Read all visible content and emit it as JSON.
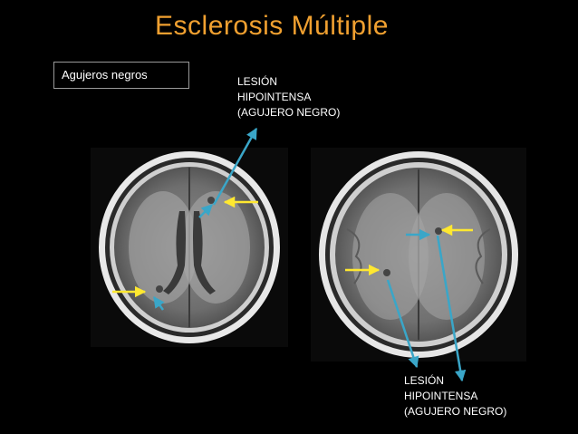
{
  "slide": {
    "title": "Esclerosis Múltiple",
    "section_tag": "Agujeros negros",
    "colors": {
      "title": "#f0a030",
      "yellow_arrow": "#ffe830",
      "cyan_arrow": "#3aa6c8",
      "background": "#000000"
    }
  },
  "annotations": {
    "top": {
      "lines": [
        "LESIÓN",
        "HIPOINTENSA",
        "(AGUJERO NEGRO)"
      ]
    },
    "bottom": {
      "lines": [
        "LESIÓN",
        "HIPOINTENSA",
        "(AGUJERO NEGRO)"
      ]
    }
  },
  "images": {
    "left": {
      "description_icon": "mri-axial-brain-icon"
    },
    "right": {
      "description_icon": "mri-axial-brain-icon"
    }
  }
}
